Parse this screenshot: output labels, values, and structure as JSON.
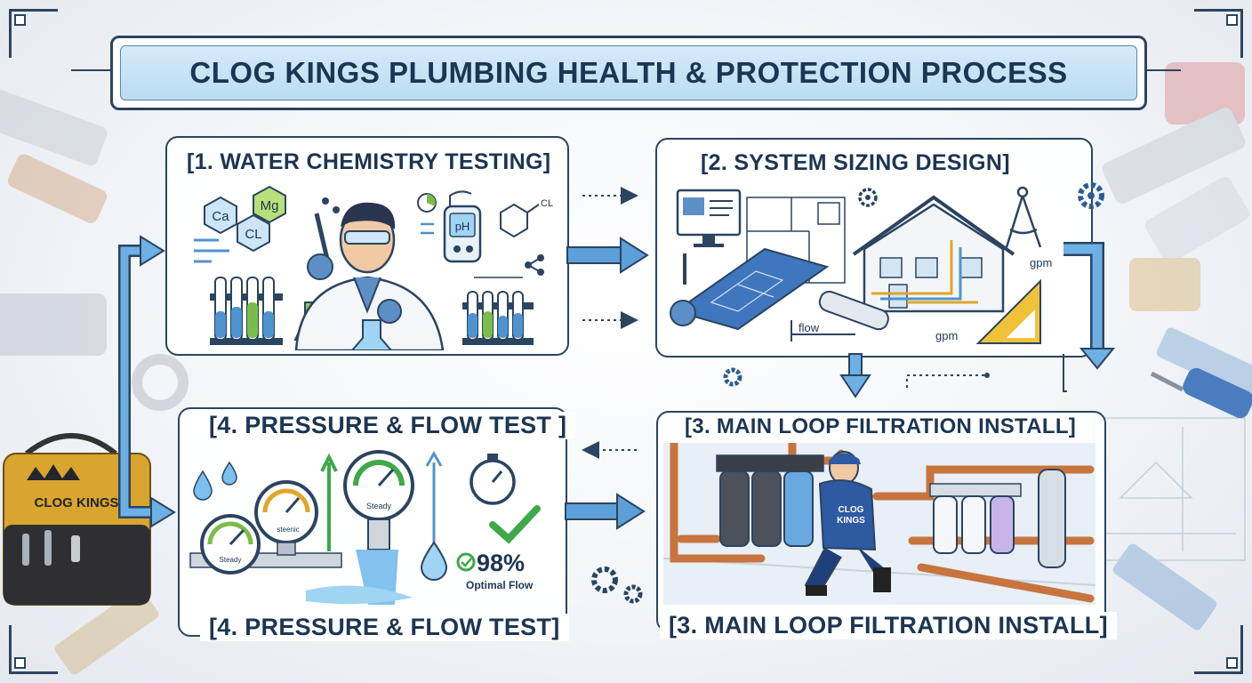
{
  "title": "CLOG KINGS PLUMBING HEALTH & PROTECTION PROCESS",
  "brand": {
    "bag_label": "CLOG KINGS",
    "uniform_label_line1": "CLOG",
    "uniform_label_line2": "KINGS"
  },
  "steps": [
    {
      "heading": "[1. WATER CHEMISTRY TESTING]",
      "labels": {
        "ca": "Ca",
        "mg": "Mg",
        "cl": "CL",
        "ph": "pH",
        "cl_small": "CL"
      }
    },
    {
      "heading": "[2. SYSTEM SIZING DESIGN]",
      "labels": {
        "gpm_top": "gpm",
        "gpm_bottom": "gpm",
        "flow": "flow"
      }
    },
    {
      "heading_top": "[3. MAIN LOOP FILTRATION INSTALL]",
      "heading_bottom": "[3. MAIN LOOP FILTRATION INSTALL]"
    },
    {
      "heading_top": "[4. PRESSURE & FLOW TEST ]",
      "heading_bottom": "[4. PRESSURE & FLOW TEST]",
      "labels": {
        "gauge_left": "Steady",
        "gauge_mid": "steenic",
        "gauge_right": "Steady",
        "percent": "98%",
        "optimal": "Optimal Flow"
      }
    }
  ],
  "colors": {
    "ink": "#2b4460",
    "heading": "#1c3552",
    "accent_blue": "#4f93cf",
    "copper": "#c8743e",
    "green_check": "#3ea84a",
    "gold": "#e0a62a"
  }
}
